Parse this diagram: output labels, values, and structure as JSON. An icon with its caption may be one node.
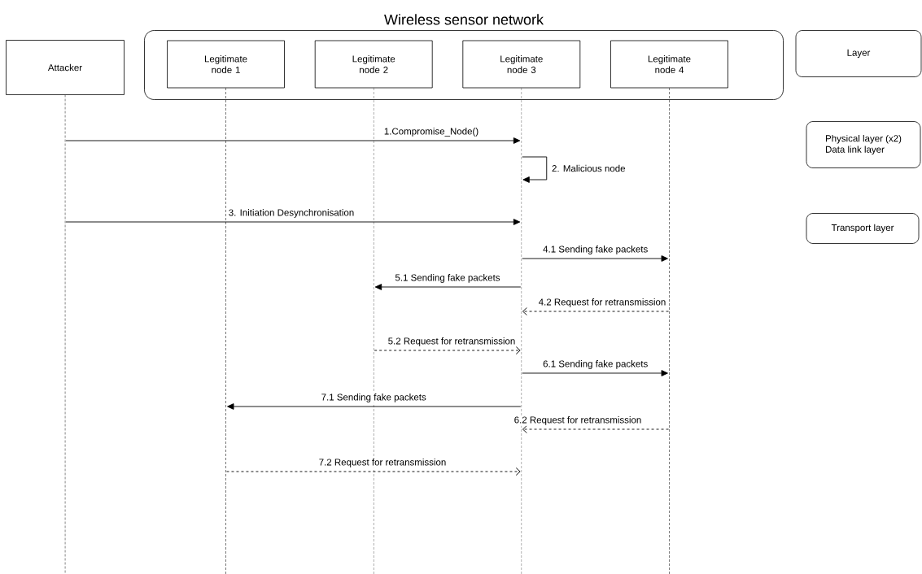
{
  "diagram": {
    "nodes": [
      {
        "text": [
          "Wireless sensor network"
        ]
      },
      {
        "text": [
          "Attacker"
        ]
      },
      {
        "text": [
          "Legitimate node 1"
        ],
        "in": 0
      },
      {
        "text": [
          "Legitimate node 2"
        ],
        "in": 0
      },
      {
        "text": [
          "Legitimate node 3"
        ],
        "in": 0
      },
      {
        "text": [
          "Legitimate node 4"
        ],
        "in": 0
      },
      {
        "text": [
          "Layer"
        ]
      },
      {
        "text": [
          "Physical layer (x2)",
          "Data link layer"
        ]
      },
      {
        "text": [
          "Transport layer"
        ]
      },
      {
        "text": [],
        "shape": "line"
      },
      {
        "text": [],
        "shape": "line"
      },
      {
        "text": [],
        "shape": "line"
      },
      {
        "text": [],
        "shape": "line"
      },
      {
        "text": [],
        "shape": "line"
      }
    ],
    "edges": [
      {
        "from": 9,
        "to": 12,
        "arrow": "to",
        "label": "1.Compromise_Node()"
      },
      {
        "from": 12,
        "to": 12,
        "arrow": "to",
        "label": "2. Malicious node"
      },
      {
        "from": 9,
        "to": 12,
        "arrow": "to",
        "label": "3. Initiation Desynchronisation"
      },
      {
        "from": 12,
        "to": 13,
        "arrow": "to",
        "label": "4.1 Sending fake packets"
      },
      {
        "from": 12,
        "to": 11,
        "arrow": "to",
        "label": "5.1 Sending fake packets"
      },
      {
        "from": 13,
        "to": 12,
        "arrow": "to",
        "label": "4.2 Request for retransmission",
        "style": "dashed"
      },
      {
        "from": 11,
        "to": 12,
        "arrow": "to",
        "label": "5.2 Request for retransmission",
        "style": "dashed"
      },
      {
        "from": 12,
        "to": 13,
        "arrow": "to",
        "label": "6.1 Sending fake packets"
      },
      {
        "from": 12,
        "to": 10,
        "arrow": "to",
        "label": "7.1 Sending fake packets"
      },
      {
        "from": 13,
        "to": 12,
        "arrow": "to",
        "label": "6.2 Request for retransmission",
        "style": "dashed"
      },
      {
        "from": 10,
        "to": 12,
        "arrow": "to",
        "label": "7.2 Request for retransmission",
        "style": "dashed"
      }
    ]
  }
}
